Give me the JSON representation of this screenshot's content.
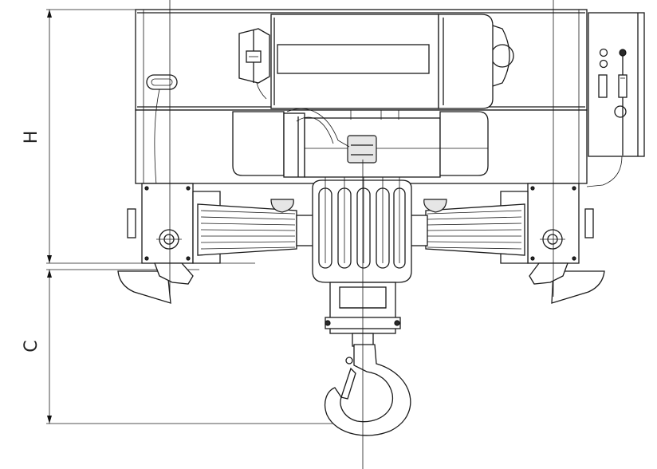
{
  "diagram": {
    "dimensions": [
      {
        "id": "h",
        "label": "H"
      },
      {
        "id": "c",
        "label": "C"
      }
    ]
  }
}
